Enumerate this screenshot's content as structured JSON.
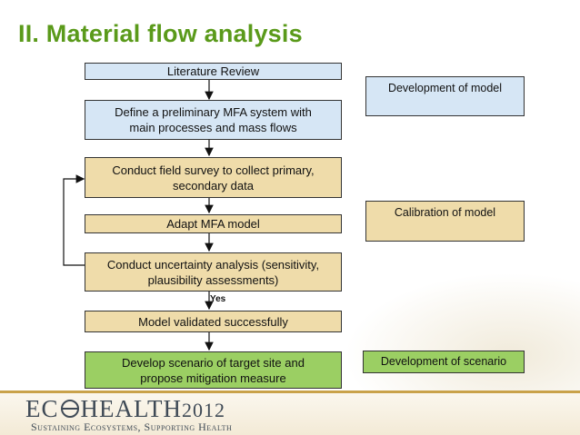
{
  "slide": {
    "title": "II. Material flow analysis"
  },
  "flow": {
    "step1": "Literature Review",
    "step2": "Define a preliminary MFA system with main processes and mass flows",
    "step3": "Conduct field survey to collect primary, secondary data",
    "step4": "Adapt MFA model",
    "step5": "Conduct uncertainty analysis (sensitivity, plausibility assessments)",
    "yes_label": "Yes",
    "step6": "Model validated successfully",
    "step7": "Develop scenario of target site and propose mitigation measure"
  },
  "phases": {
    "development_of_model": "Development of model",
    "calibration_of_model": "Calibration of model",
    "development_of_scenario": "Development of scenario"
  },
  "footer": {
    "logo_part1": "EC",
    "logo_part2": "HEALTH",
    "logo_year": "2012",
    "tagline": "Sustaining Ecosystems, Supporting Health"
  },
  "colors": {
    "title_green": "#5a9a1a",
    "box_blue": "#d6e6f5",
    "box_tan": "#efdcaa",
    "box_green": "#9bcf63"
  }
}
